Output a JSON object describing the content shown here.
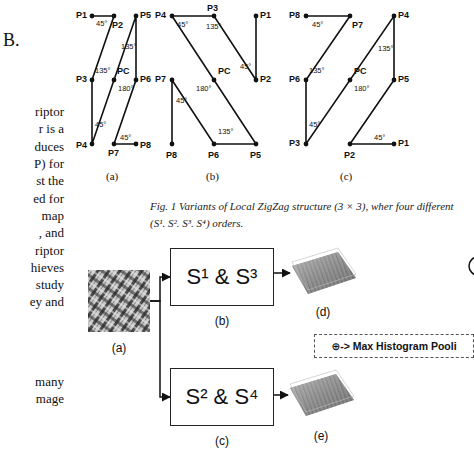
{
  "diagram": {
    "caption": "Fig. 1 Variants of Local ZigZag structure (3 × 3), wher four different (S¹. S². S³. S⁴) orders.",
    "nodes": [
      {
        "text": [
          "(a)"
        ]
      },
      {
        "text": [
          "S¹ & S³",
          "(b)"
        ]
      },
      {
        "text": [
          "S² & S⁴",
          "(c)"
        ]
      },
      {
        "text": [
          "(d)"
        ]
      },
      {
        "text": [
          "(e)"
        ]
      },
      {
        "text": [
          "⊕-> Max Histogram Pooli"
        ]
      }
    ],
    "edges": [
      {
        "from": 0,
        "to": 1,
        "arrow": "to"
      },
      {
        "from": 0,
        "to": 2,
        "arrow": "to"
      },
      {
        "from": 1,
        "to": 3,
        "arrow": "to"
      },
      {
        "from": 2,
        "to": 4,
        "arrow": "to"
      }
    ],
    "labels": [
      "B.",
      "riptor",
      "r is a",
      "duces",
      "P) for",
      "st the",
      "ed for",
      "map",
      ", and",
      "riptor",
      "hieves",
      "study",
      "ey and",
      "many",
      "mage",
      "P1",
      "P2",
      "P5",
      "P3",
      "PC",
      "P6",
      "P4",
      "P7",
      "P8",
      "45°",
      "135°",
      "45°",
      "180°",
      "135°",
      "45°",
      "(a)",
      "P4",
      "P3",
      "P1",
      "P7",
      "PC",
      "P2",
      "P8",
      "P6",
      "P5",
      "45°",
      "135°",
      "45°",
      "180°",
      "45°",
      "135°",
      "(b)",
      "P8",
      "P7",
      "P4",
      "P6",
      "PC",
      "P5",
      "P3",
      "P2",
      "P1",
      "45°",
      "135°",
      "45°",
      "180°",
      "135°",
      "45°",
      "(c)"
    ]
  }
}
